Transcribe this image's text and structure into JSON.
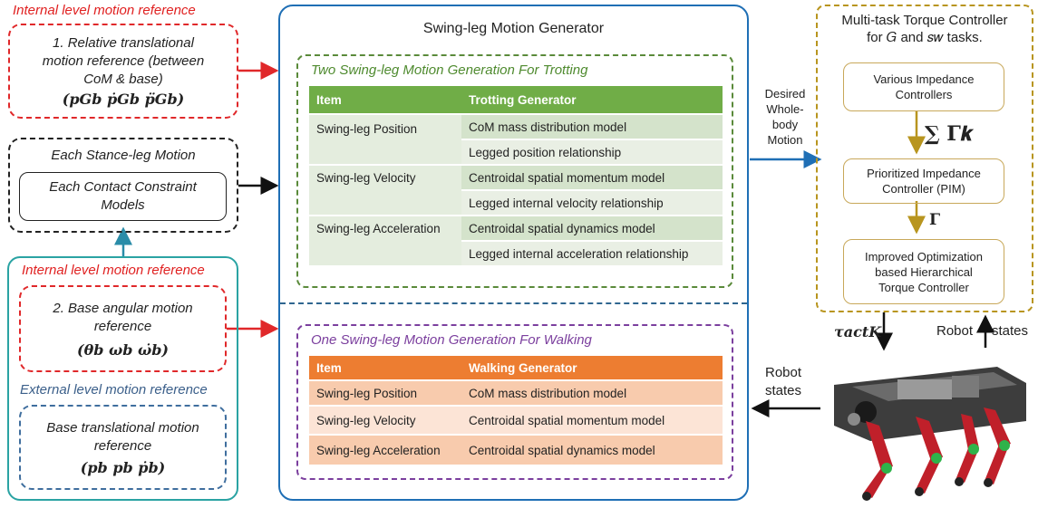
{
  "left": {
    "internal_title_1": "Internal level motion reference",
    "rel_motion_lines": [
      "1. Relative translational",
      "motion reference (between",
      "CoM & base)"
    ],
    "rel_motion_math": "(𝒑Gb  𝒑̇Gb  𝒑̈Gb)",
    "stance_title": "Each Stance-leg Motion",
    "contact_lines": [
      "Each Contact Constraint",
      "Models"
    ],
    "internal_title_2": "Internal level motion reference",
    "base_ang_lines": [
      "2. Base angular motion",
      "reference"
    ],
    "base_ang_math": "(𝜽b  𝝎b  𝝎̇b)",
    "external_title": "External level motion reference",
    "base_trans_lines": [
      "Base translational motion",
      "reference"
    ],
    "base_trans_math": "(𝒑b  𝒑b  𝒑̇b)"
  },
  "generator": {
    "title": "Swing-leg Motion Generator",
    "trot_title": "Two Swing-leg Motion Generation For Trotting",
    "trot_headers": [
      "Item",
      "Trotting Generator"
    ],
    "trot_rows": [
      {
        "item": "Swing-leg Position",
        "gen": [
          "CoM mass distribution model",
          "Legged position relationship"
        ]
      },
      {
        "item": "Swing-leg Velocity",
        "gen": [
          "Centroidal spatial momentum model",
          "Legged internal velocity relationship"
        ]
      },
      {
        "item": "Swing-leg Acceleration",
        "gen": [
          "Centroidal spatial dynamics model",
          "Legged internal acceleration relationship"
        ]
      }
    ],
    "walk_title": "One Swing-leg Motion Generation For Walking",
    "walk_headers": [
      "Item",
      "Walking Generator"
    ],
    "walk_rows": [
      {
        "item": "Swing-leg Position",
        "gen": "CoM mass distribution model"
      },
      {
        "item": "Swing-leg Velocity",
        "gen": "Centroidal spatial momentum model"
      },
      {
        "item": "Swing-leg Acceleration",
        "gen": "Centroidal spatial dynamics model"
      }
    ]
  },
  "arrows": {
    "desired_lines": [
      "Desired",
      "Whole-",
      "body",
      "Motion"
    ],
    "robot_states_left": [
      "Robot",
      "states"
    ],
    "tau_label": "𝝉actK",
    "robot_word": "Robot",
    "states_word": "states"
  },
  "controller": {
    "title_line1": "Multi-task Torque Controller",
    "title_line2": "for 𝐺 and 𝑠𝑤 tasks.",
    "box1_lines": [
      "Various Impedance",
      "Controllers"
    ],
    "sum_label": "∑ 𝚪𝒌",
    "box2_lines": [
      "Prioritized Impedance",
      "Controller (PIM)"
    ],
    "gamma_label": "𝚪",
    "box3_lines": [
      "Improved Optimization",
      "based Hierarchical",
      "Torque Controller"
    ]
  },
  "colors": {
    "red": "#e0282a",
    "teal": "#2aa3a3",
    "frame_blue": "#1f6fb5",
    "green": "#70ad47",
    "orange": "#ed7d31",
    "gold": "#b8951f"
  }
}
